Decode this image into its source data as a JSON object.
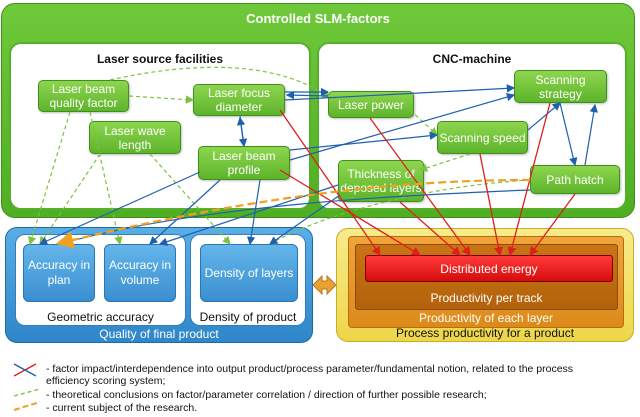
{
  "outer": {
    "title": "Controlled SLM-factors"
  },
  "laser_panel": {
    "title": "Laser source facilities",
    "nodes": {
      "quality": "Laser beam quality factor",
      "focus": "Laser focus diameter",
      "wave": "Laser wave length",
      "profile": "Laser beam profile"
    }
  },
  "cnc_panel": {
    "title": "CNC-machine",
    "nodes": {
      "power": "Laser power",
      "strategy": "Scanning strategy",
      "speed": "Scanning speed",
      "thickness": "Thickness of deposed layers",
      "hatch": "Path hatch"
    }
  },
  "quality_panel": {
    "title": "Quality of final product",
    "geometric": {
      "label": "Geometric accuracy",
      "plan": "Accuracy in plan",
      "volume": "Accuracy in volume"
    },
    "density": {
      "label": "Density of product",
      "layers": "Density of layers"
    }
  },
  "productivity_panel": {
    "title": "Process productivity for a product",
    "energy": "Distributed energy",
    "per_track": "Productivity per track",
    "per_layer": "Productivity of each layer"
  },
  "legend": {
    "red": "- factor impact/interdependence into output product/process parameter/fundamental notion, related to the process efficiency scoring system;",
    "green": "- theoretical  conclusions on factor/parameter correlation / direction of further possible research;",
    "orange": "- current subject of the research."
  },
  "colors": {
    "green": "#5db42b",
    "blue": "#3a8fcf",
    "red_line": "#e01e1e",
    "blue_line": "#1f5fb0",
    "green_dash": "#7cc241",
    "orange_dash": "#f0a020"
  }
}
